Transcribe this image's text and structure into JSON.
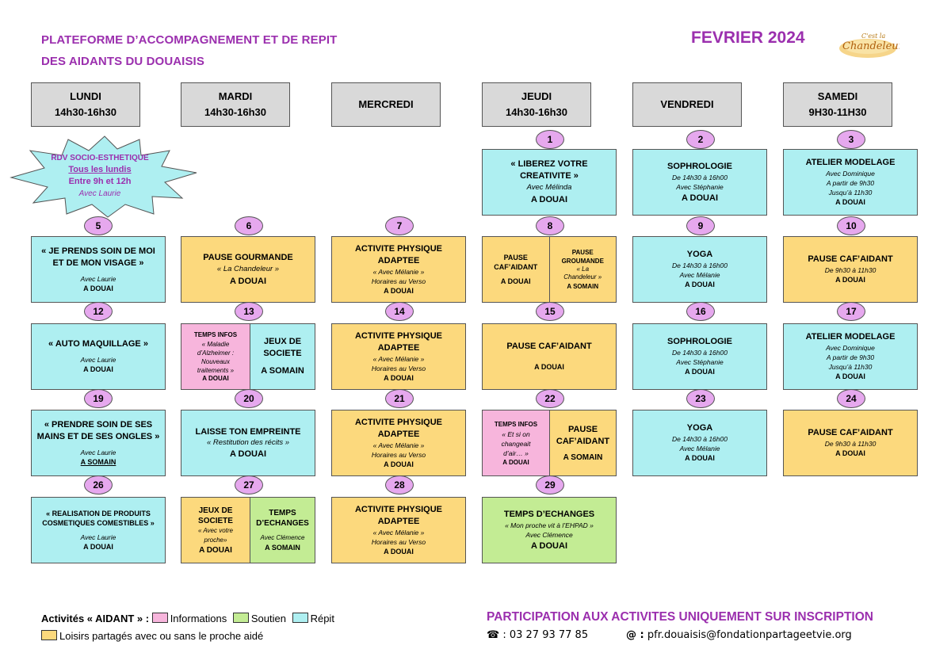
{
  "header": {
    "title_line1": "PLATEFORME D’ACCOMPAGNEMENT ET DE REPIT",
    "title_line2": "DES AIDANTS DU DOUAISIS",
    "month": "FEVRIER 2024",
    "logo_text_top": "C'est la",
    "logo_text_main": "Chandeleur"
  },
  "days": [
    {
      "name": "LUNDI",
      "hours": "14h30-16h30"
    },
    {
      "name": "MARDI",
      "hours": "14h30-16h30"
    },
    {
      "name": "MERCREDI",
      "hours": ""
    },
    {
      "name": "JEUDI",
      "hours": "14h30-16h30"
    },
    {
      "name": "VENDREDI",
      "hours": ""
    },
    {
      "name": "SAMEDI",
      "hours": "9H30-11H30"
    }
  ],
  "star": {
    "l1": "RDV SOCIO-ESTHETIQUE",
    "l2": "Tous les lundis",
    "l3": "Entre 9h et 12h",
    "l4": "Avec Laurie"
  },
  "dates": [
    "1",
    "2",
    "3",
    "5",
    "6",
    "7",
    "8",
    "9",
    "10",
    "12",
    "13",
    "14",
    "15",
    "16",
    "17",
    "19",
    "20",
    "21",
    "22",
    "23",
    "24",
    "26",
    "27",
    "28",
    "29"
  ],
  "cards": {
    "d1": {
      "title1": "« LIBEREZ VOTRE",
      "title2": "CREATIVITE »",
      "who": "Avec Mélinda",
      "loc": "A DOUAI"
    },
    "d2": {
      "title": "SOPHROLOGIE",
      "time": "De 14h30 à 16h00",
      "who": "Avec Stéphanie",
      "loc": "A DOUAI"
    },
    "d3": {
      "title": "ATELIER MODELAGE",
      "who": "Avec Dominique",
      "t1": "A partir de 9h30",
      "t2": "Jusqu’à 11h30",
      "loc": "A DOUAI"
    },
    "d5": {
      "title1": "« JE PRENDS SOIN DE MOI",
      "title2": "ET DE MON VISAGE »",
      "who": "Avec Laurie",
      "loc": "A DOUAI"
    },
    "d6": {
      "title": "PAUSE GOURMANDE",
      "sub": "« La Chandeleur »",
      "loc": "A DOUAI"
    },
    "d7": {
      "title1": "ACTIVITE PHYSIQUE",
      "title2": "ADAPTEE",
      "who": "« Avec Mélanie »",
      "note": "Horaires au Verso",
      "loc": "A DOUAI"
    },
    "d8a": {
      "title1": "PAUSE",
      "title2": "CAF’AIDANT",
      "loc": "A DOUAI"
    },
    "d8b": {
      "title1": "PAUSE",
      "title2": "GROUMANDE",
      "s1": "« La",
      "s2": "Chandeleur »",
      "loc": "A SOMAIN"
    },
    "d9": {
      "title": "YOGA",
      "time": "De 14h30 à 16h00",
      "who": "Avec Mélanie",
      "loc": "A DOUAI"
    },
    "d10": {
      "title": "PAUSE CAF’AIDANT",
      "time": "De 9h30 à 11h30",
      "loc": "A DOUAI"
    },
    "d12": {
      "title": "« AUTO MAQUILLAGE »",
      "who": "Avec Laurie",
      "loc": "A DOUAI"
    },
    "d13a": {
      "title": "TEMPS INFOS",
      "s1": "« Maladie",
      "s2": "d’Alzheimer :",
      "s3": "Nouveaux",
      "s4": "traitements »",
      "loc": "A DOUAI"
    },
    "d13b": {
      "title1": "JEUX DE",
      "title2": "SOCIETE",
      "loc": "A SOMAIN"
    },
    "d14": {
      "title1": "ACTIVITE PHYSIQUE",
      "title2": "ADAPTEE",
      "who": "« Avec Mélanie »",
      "note": "Horaires au Verso",
      "loc": "A DOUAI"
    },
    "d15": {
      "title": "PAUSE CAF’AIDANT",
      "loc": "A DOUAI"
    },
    "d16": {
      "title": "SOPHROLOGIE",
      "time": "De 14h30 à 16h00",
      "who": "Avec Stéphanie",
      "loc": "A DOUAI"
    },
    "d17": {
      "title": "ATELIER MODELAGE",
      "who": "Avec Dominique",
      "t1": "A partir de 9h30",
      "t2": "Jusqu’à 11h30",
      "loc": "A DOUAI"
    },
    "d19": {
      "title1": "« PRENDRE SOIN DE SES",
      "title2": "MAINS ET DE SES ONGLES »",
      "who": "Avec Laurie",
      "loc": "A SOMAIN"
    },
    "d20": {
      "title": "LAISSE TON EMPREINTE",
      "sub": "« Restitution des récits »",
      "loc": "A DOUAI"
    },
    "d21": {
      "title1": "ACTIVITE PHYSIQUE",
      "title2": "ADAPTEE",
      "who": "« Avec Mélanie »",
      "note": "Horaires au Verso",
      "loc": "A DOUAI"
    },
    "d22a": {
      "title": "TEMPS INFOS",
      "s1": "« Et si on",
      "s2": "changeait",
      "s3": "d’air… »",
      "loc": "A DOUAI"
    },
    "d22b": {
      "title1": "PAUSE",
      "title2": "CAF’AIDANT",
      "loc": "A SOMAIN"
    },
    "d23": {
      "title": "YOGA",
      "time": "De 14h30 à 16h00",
      "who": "Avec Mélanie",
      "loc": "A DOUAI"
    },
    "d24": {
      "title": "PAUSE CAF’AIDANT",
      "time": "De 9h30 à 11h30",
      "loc": "A DOUAI"
    },
    "d26": {
      "title1": "« REALISATION DE PRODUITS",
      "title2": "COSMETIQUES COMESTIBLES »",
      "who": "Avec Laurie",
      "loc": "A DOUAI"
    },
    "d27a": {
      "title1": "JEUX DE",
      "title2": "SOCIETE",
      "s1": "« Avec votre",
      "s2": "proche»",
      "loc": "A DOUAI"
    },
    "d27b": {
      "title1": "TEMPS",
      "title2": "D’ECHANGES",
      "who": "Avec Clémence",
      "loc": "A SOMAIN"
    },
    "d28": {
      "title1": "ACTIVITE PHYSIQUE",
      "title2": "ADAPTEE",
      "who": "« Avec Mélanie »",
      "note": "Horaires au Verso",
      "loc": "A DOUAI"
    },
    "d29": {
      "title": "TEMPS D’ECHANGES",
      "sub": "« Mon proche vit à l’EHPAD »",
      "who": "Avec Clémence",
      "loc": "A DOUAI"
    }
  },
  "legend": {
    "prefix": "Activités « AIDANT » :",
    "informations": "Informations",
    "soutien": "Soutien",
    "repit": "Répit",
    "loisirs": "Loisirs partagés avec ou sans le proche aidé",
    "colors": {
      "informations": "#f7b5dc",
      "soutien": "#c3ec94",
      "repit": "#aeeff1",
      "loisirs": "#fcd97d"
    }
  },
  "footer": {
    "notice": "PARTICIPATION AUX ACTIVITES UNIQUEMENT SUR INSCRIPTION",
    "phone_icon": "☎",
    "phone": ": 03 27 93 77 85",
    "email_icon": "@ :",
    "email": "pfr.douaisis@fondationpartageetvie.org"
  }
}
